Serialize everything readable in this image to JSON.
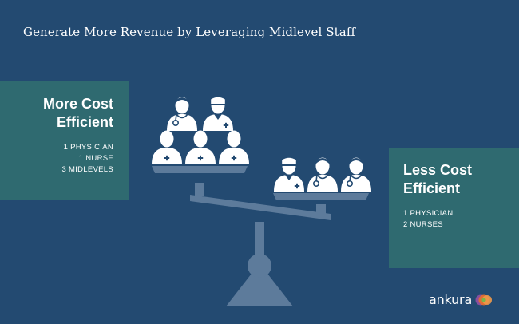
{
  "title": "Generate More Revenue by Leveraging Midlevel Staff",
  "left_panel": {
    "heading_line1": "More Cost",
    "heading_line2": "Efficient",
    "details": [
      "1 PHYSICIAN",
      "1 NURSE",
      "3 MIDLEVELS"
    ]
  },
  "right_panel": {
    "heading_line1": "Less Cost",
    "heading_line2": "Efficient",
    "details": [
      "1 PHYSICIAN",
      "2 NURSES"
    ]
  },
  "logo": {
    "text": "ankura"
  },
  "colors": {
    "background": "#234a71",
    "panel": "#2f6a70",
    "scale": "#5d7b9b",
    "icon": "#ffffff",
    "logo_orange": "#e8702a",
    "logo_purple": "#8a4f9e",
    "logo_green": "#7ab648"
  },
  "icons": [
    "nurse-icon",
    "physician-icon",
    "midlevel-icon",
    "balance-scale-icon",
    "ankura-logo-icon"
  ]
}
